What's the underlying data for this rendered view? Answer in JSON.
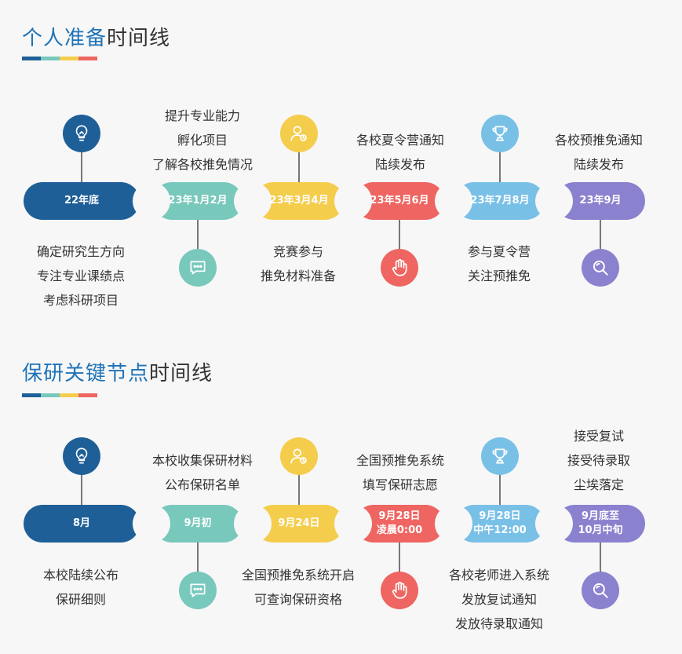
{
  "colors": {
    "blue": "#1f5f97",
    "teal": "#78c8bc",
    "yellow": "#f5cd4d",
    "red": "#ee6561",
    "lightblue": "#79c0e7",
    "purple": "#8a82cf",
    "title_blue": "#1f73b7"
  },
  "timeline1": {
    "title_highlight": "个人准备",
    "title_rest": "时间线",
    "nodes": [
      {
        "label": "22年底",
        "icon": "lightbulb-icon",
        "icon_pos": "top",
        "text": [
          "确定研究生方向",
          "专注专业课绩点",
          "考虑科研项目"
        ]
      },
      {
        "label": "23年1月2月",
        "icon": "chat-icon",
        "icon_pos": "bottom",
        "text": [
          "提升专业能力",
          "孵化项目",
          "了解各校推免情况"
        ]
      },
      {
        "label": "23年3月4月",
        "icon": "user-icon",
        "icon_pos": "top",
        "text": [
          "竞赛参与",
          "推免材料准备"
        ]
      },
      {
        "label": "23年5月6月",
        "icon": "hand-icon",
        "icon_pos": "bottom",
        "text": [
          "各校夏令营通知",
          "陆续发布"
        ]
      },
      {
        "label": "23年7月8月",
        "icon": "trophy-icon",
        "icon_pos": "top",
        "text": [
          "参与夏令营",
          "关注预推免"
        ]
      },
      {
        "label": "23年9月",
        "icon": "search-icon",
        "icon_pos": "bottom",
        "text": [
          "各校预推免通知",
          "陆续发布"
        ]
      }
    ]
  },
  "timeline2": {
    "title_highlight": "保研关键节点",
    "title_rest": "时间线",
    "nodes": [
      {
        "label": "8月",
        "icon": "lightbulb-icon",
        "icon_pos": "top",
        "text": [
          "本校陆续公布",
          "保研细则"
        ]
      },
      {
        "label": "9月初",
        "icon": "chat-icon",
        "icon_pos": "bottom",
        "text": [
          "本校收集保研材料",
          "公布保研名单"
        ]
      },
      {
        "label": "9月24日",
        "icon": "user-icon",
        "icon_pos": "top",
        "text": [
          "全国预推免系统开启",
          "可查询保研资格"
        ]
      },
      {
        "label": "9月28日\n凌晨0:00",
        "icon": "hand-icon",
        "icon_pos": "bottom",
        "text": [
          "全国预推免系统",
          "填写保研志愿"
        ]
      },
      {
        "label": "9月28日\n中午12:00",
        "icon": "trophy-icon",
        "icon_pos": "top",
        "text": [
          "各校老师进入系统",
          "发放复试通知",
          "发放待录取通知"
        ]
      },
      {
        "label": "9月底至\n10月中旬",
        "icon": "search-icon",
        "icon_pos": "bottom",
        "text": [
          "接受复试",
          "接受待录取",
          "尘埃落定"
        ]
      }
    ]
  }
}
